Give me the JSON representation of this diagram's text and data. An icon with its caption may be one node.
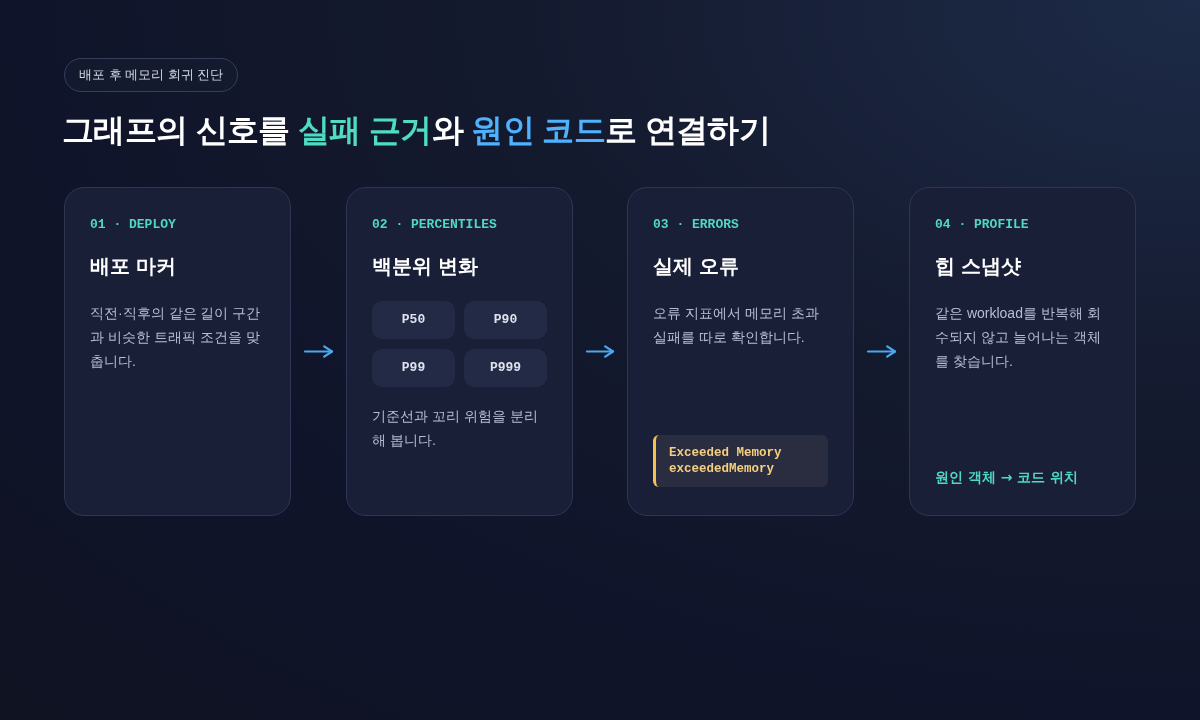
{
  "diagram": {
    "title": "그래프의 신호를 **실패 근거**와 **원인 코드**로 연결하기",
    "nodes": [
      {
        "text": [
          "배포 후 메모리 회귀 진단"
        ]
      },
      {
        "text": [
          "01 · DEPLOY",
          "배포 마커",
          "직전·직후의 같은 길이 구간과 비슷한 트래픽 조건을 맞춥니다."
        ]
      },
      {
        "text": [
          "02 · PERCENTILES",
          "백분위 변화",
          "기준선과 꼬리 위험을 분리해 봅니다."
        ]
      },
      {
        "text": [
          "P50"
        ],
        "in": 2
      },
      {
        "text": [
          "P90"
        ],
        "in": 2
      },
      {
        "text": [
          "P99"
        ],
        "in": 2
      },
      {
        "text": [
          "P999"
        ],
        "in": 2
      },
      {
        "text": [
          "03 · ERRORS",
          "실제 오류",
          "오류 지표에서 메모리 초과 실패를 따로 확인합니다."
        ]
      },
      {
        "text": [
          "Exceeded Memory",
          "exceededMemory"
        ],
        "in": 7
      },
      {
        "text": [
          "04 · PROFILE",
          "힙 스냅샷",
          "같은 workload를 반복해 회수되지 않고 늘어나는 객체를 찾습니다.",
          "원인 객체 → 코드 위치"
        ]
      }
    ],
    "edges": [
      {
        "from": 1,
        "to": 2,
        "arrow": "to"
      },
      {
        "from": 2,
        "to": 7,
        "arrow": "to"
      },
      {
        "from": 7,
        "to": 9,
        "arrow": "to"
      }
    ]
  }
}
